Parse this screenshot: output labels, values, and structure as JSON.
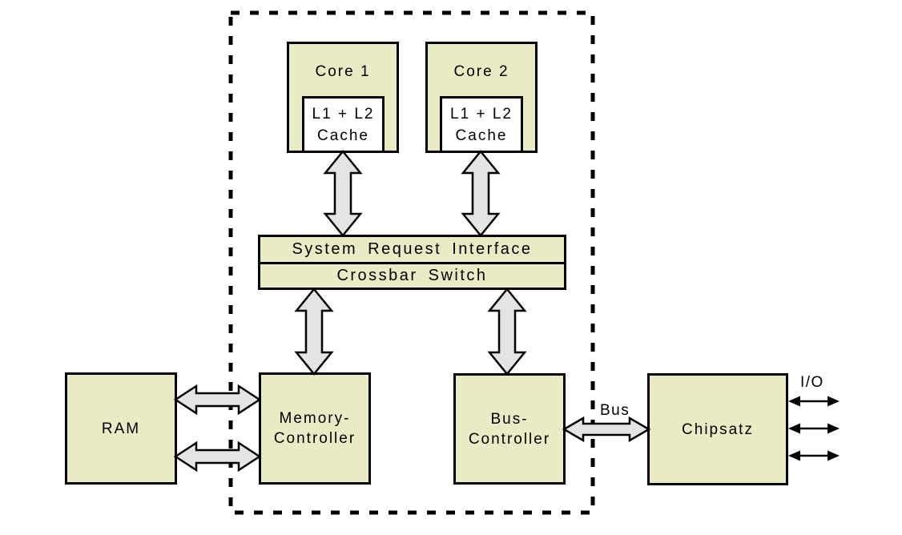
{
  "diagram": {
    "nodes": {
      "core1": {
        "label": "Core 1"
      },
      "core2": {
        "label": "Core 2"
      },
      "cache1": {
        "lines": [
          "L1 + L2",
          "Cache"
        ]
      },
      "cache2": {
        "lines": [
          "L1 + L2",
          "Cache"
        ]
      },
      "sri": {
        "label": "System Request Interface"
      },
      "crossbar": {
        "label": "Crossbar Switch"
      },
      "ram": {
        "label": "RAM"
      },
      "memory_controller": {
        "lines": [
          "Memory-",
          "Controller"
        ]
      },
      "bus_controller": {
        "lines": [
          "Bus-",
          "Controller"
        ]
      },
      "chipset": {
        "label": "Chipsatz"
      }
    },
    "labels": {
      "bus": "Bus",
      "io": "I/O"
    },
    "colors": {
      "node_fill": "#eaebc5",
      "cache_fill": "#ffffff",
      "arrow_fill": "#e4e4e4",
      "line": "#000000",
      "background": "#ffffff"
    }
  }
}
